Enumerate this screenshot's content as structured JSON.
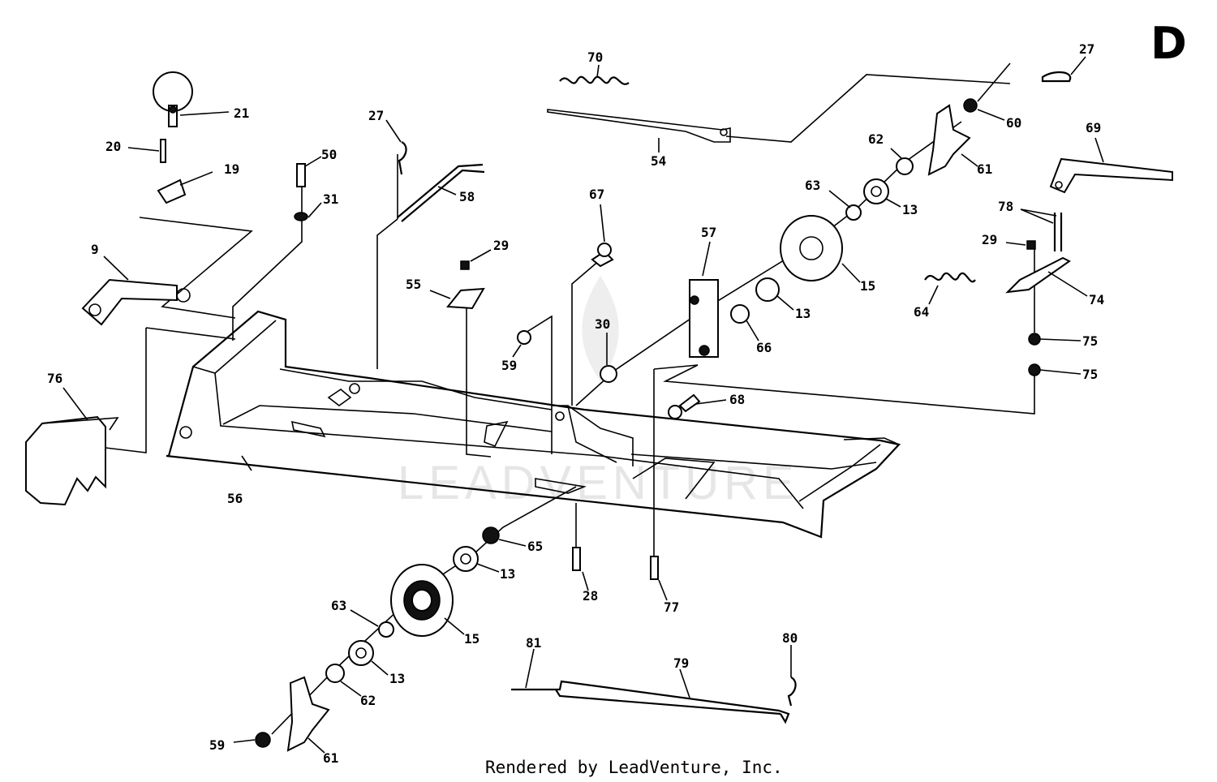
{
  "section_letter": "D",
  "footer": "Rendered by LeadVenture, Inc.",
  "watermark": "LEADVENTURE",
  "parts": {
    "p21": "21",
    "p20": "20",
    "p19": "19",
    "p50": "50",
    "p31": "31",
    "p27a": "27",
    "p58": "58",
    "p70": "70",
    "p54": "54",
    "p27b": "27",
    "p60": "60",
    "p62a": "62",
    "p61a": "61",
    "p69": "69",
    "p63a": "63",
    "p13a": "13",
    "p67": "67",
    "p57": "57",
    "p29a": "29",
    "p55": "55",
    "p9": "9",
    "p15a": "15",
    "p13b": "13",
    "p66": "66",
    "p30": "30",
    "p59a": "59",
    "p64": "64",
    "p78": "78",
    "p29b": "29",
    "p74": "74",
    "p75a": "75",
    "p75b": "75",
    "p68": "68",
    "p76": "76",
    "p56": "56",
    "p65": "65",
    "p13c": "13",
    "p28": "28",
    "p77": "77",
    "p63b": "63",
    "p15b": "15",
    "p13d": "13",
    "p62b": "62",
    "p81": "81",
    "p79": "79",
    "p80": "80",
    "p59b": "59",
    "p61b": "61"
  }
}
